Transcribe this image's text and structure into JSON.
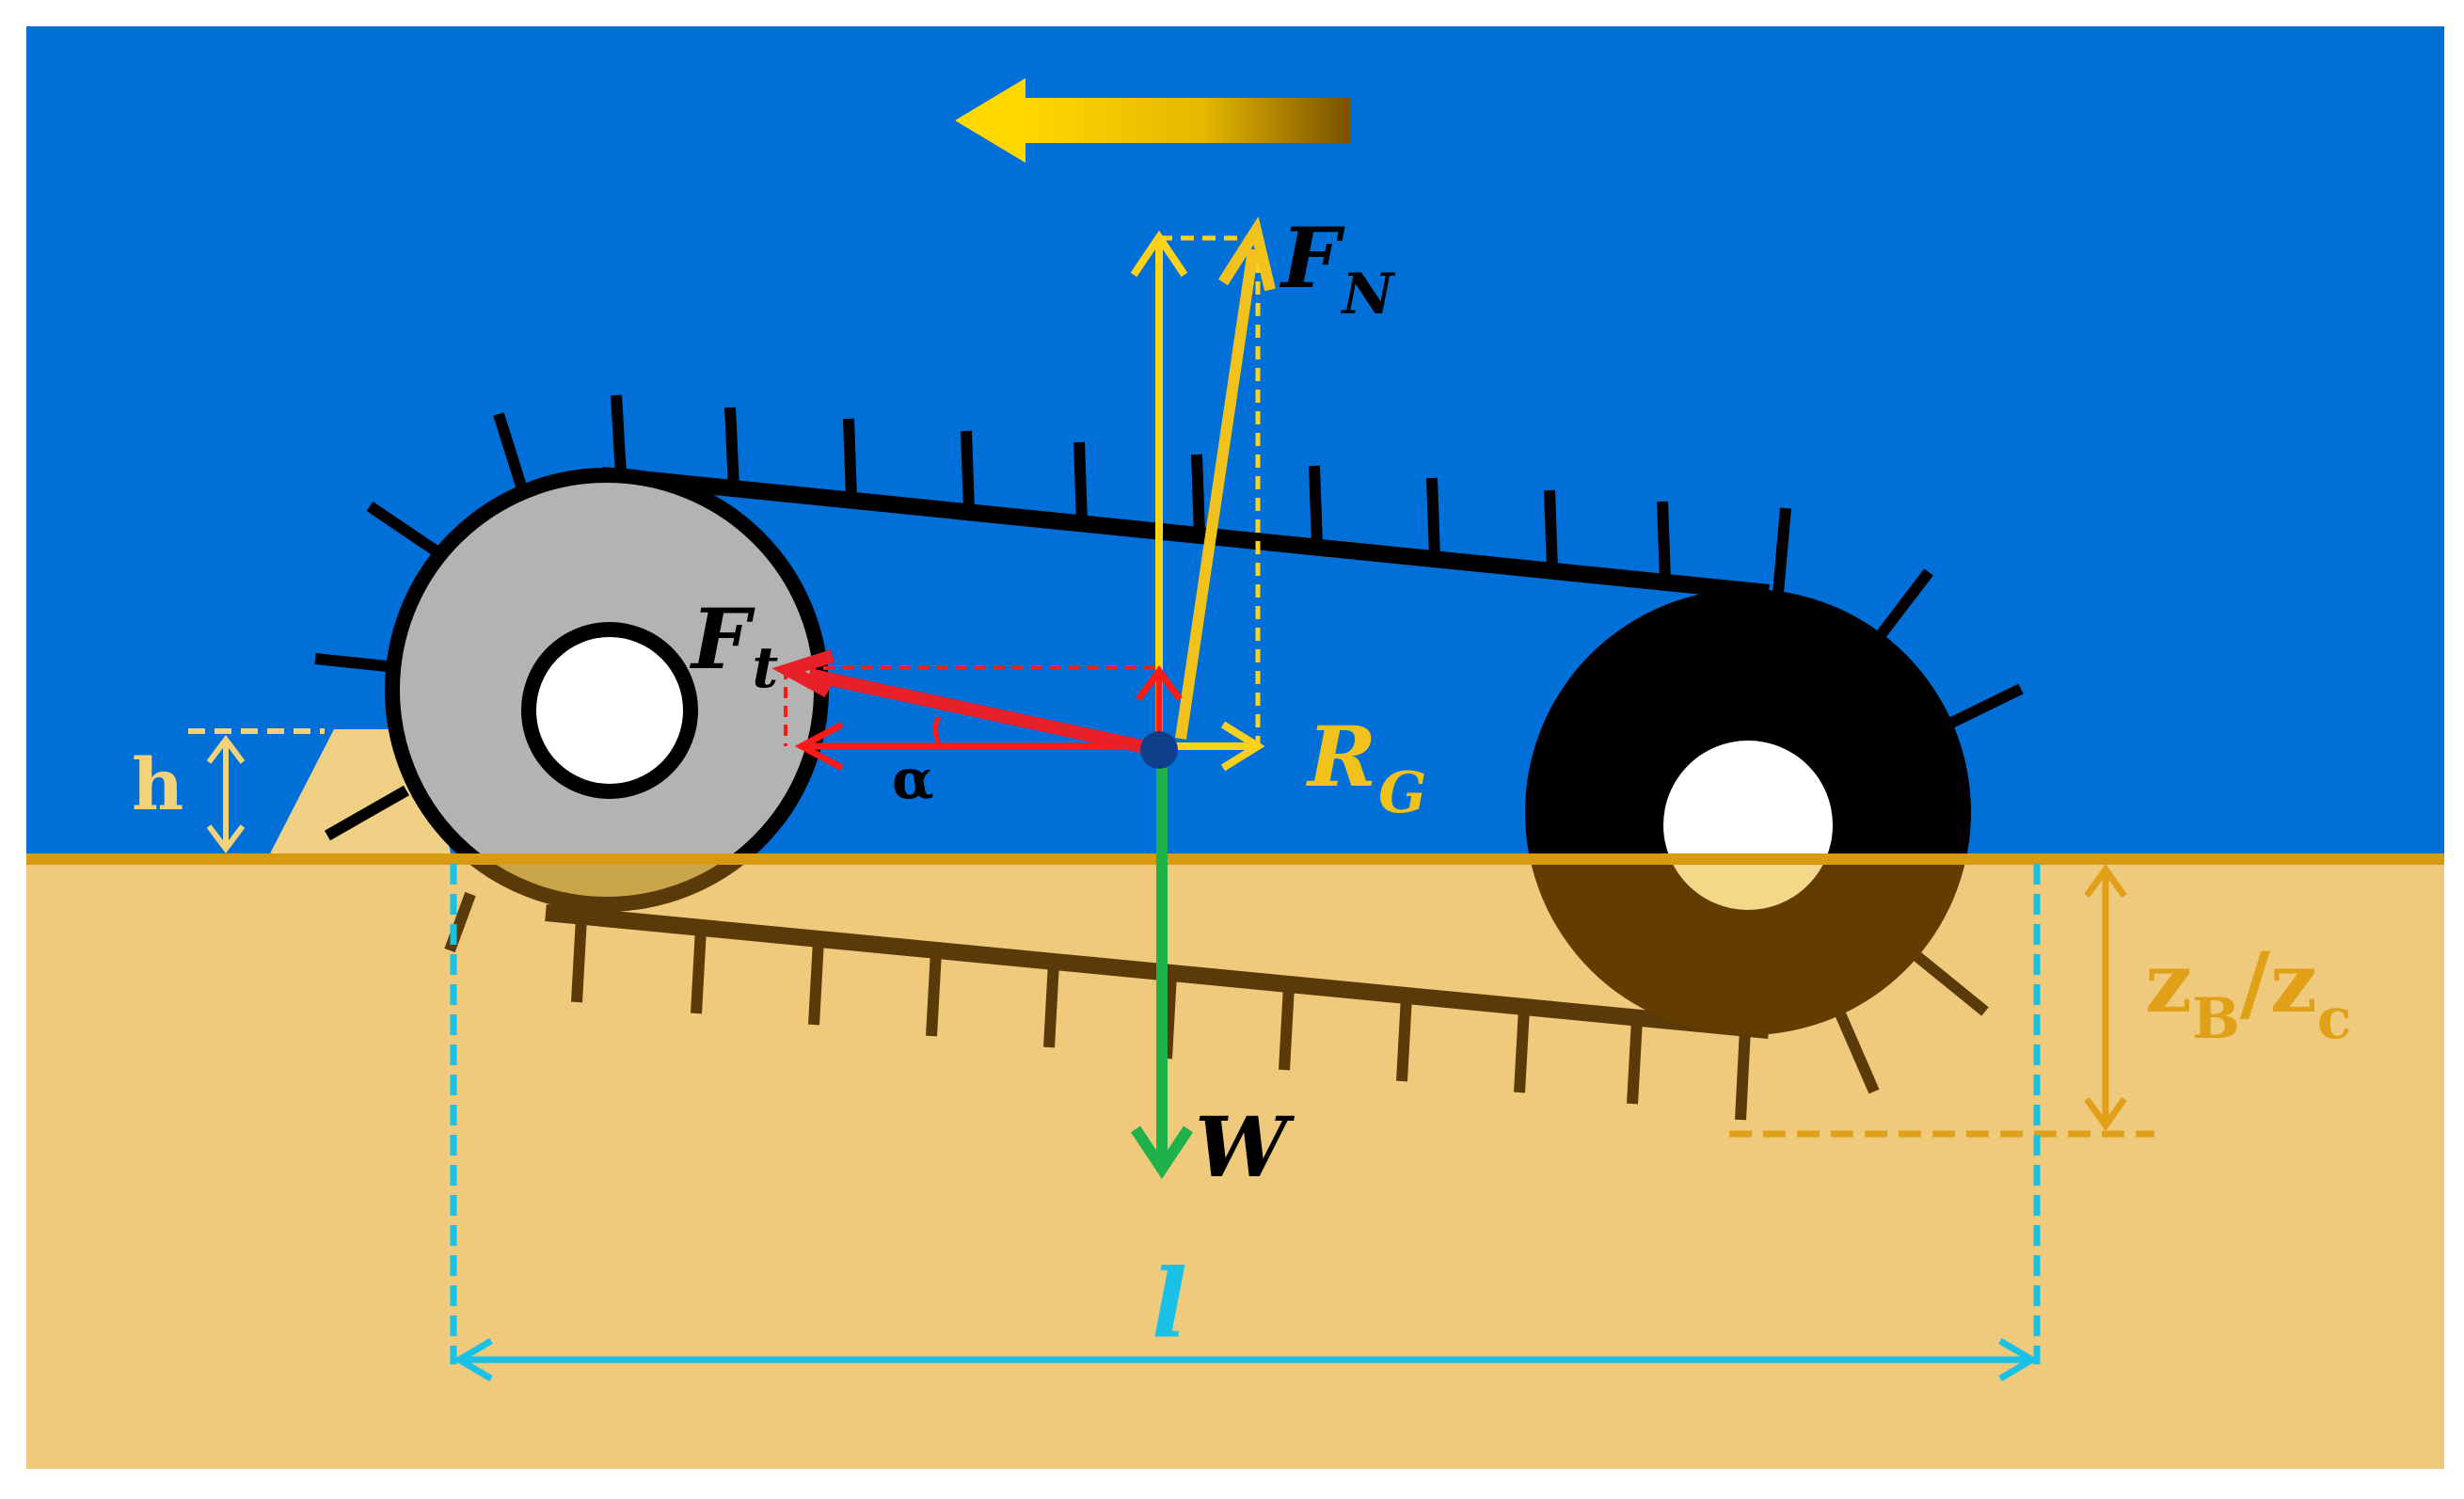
{
  "labels": {
    "fn_main": "F",
    "fn_sub": "N",
    "ft_main": "F",
    "ft_sub": "t",
    "rg_main": "R",
    "rg_sub": "G",
    "w": "W",
    "alpha": "α",
    "h": "h",
    "zb_main": "z",
    "zb_sub": "B",
    "slash": "/",
    "zc_main": "z",
    "zc_sub": "c",
    "l": "l"
  },
  "colors": {
    "water": "#0070d8",
    "sand": "#efc97c",
    "surface": "#d89a10",
    "force_normal": "#ffd21a",
    "force_traction": "#ff1a1a",
    "force_weight": "#1fb14a",
    "dimension_length": "#19c1e6",
    "dimension_depth": "#e0a018",
    "dimension_h": "#f3d27c",
    "front_wheel": "#b3b3b3",
    "rear_wheel": "#000000",
    "track_buried": "#5a3a08",
    "center_point": "#0f3e8a"
  }
}
